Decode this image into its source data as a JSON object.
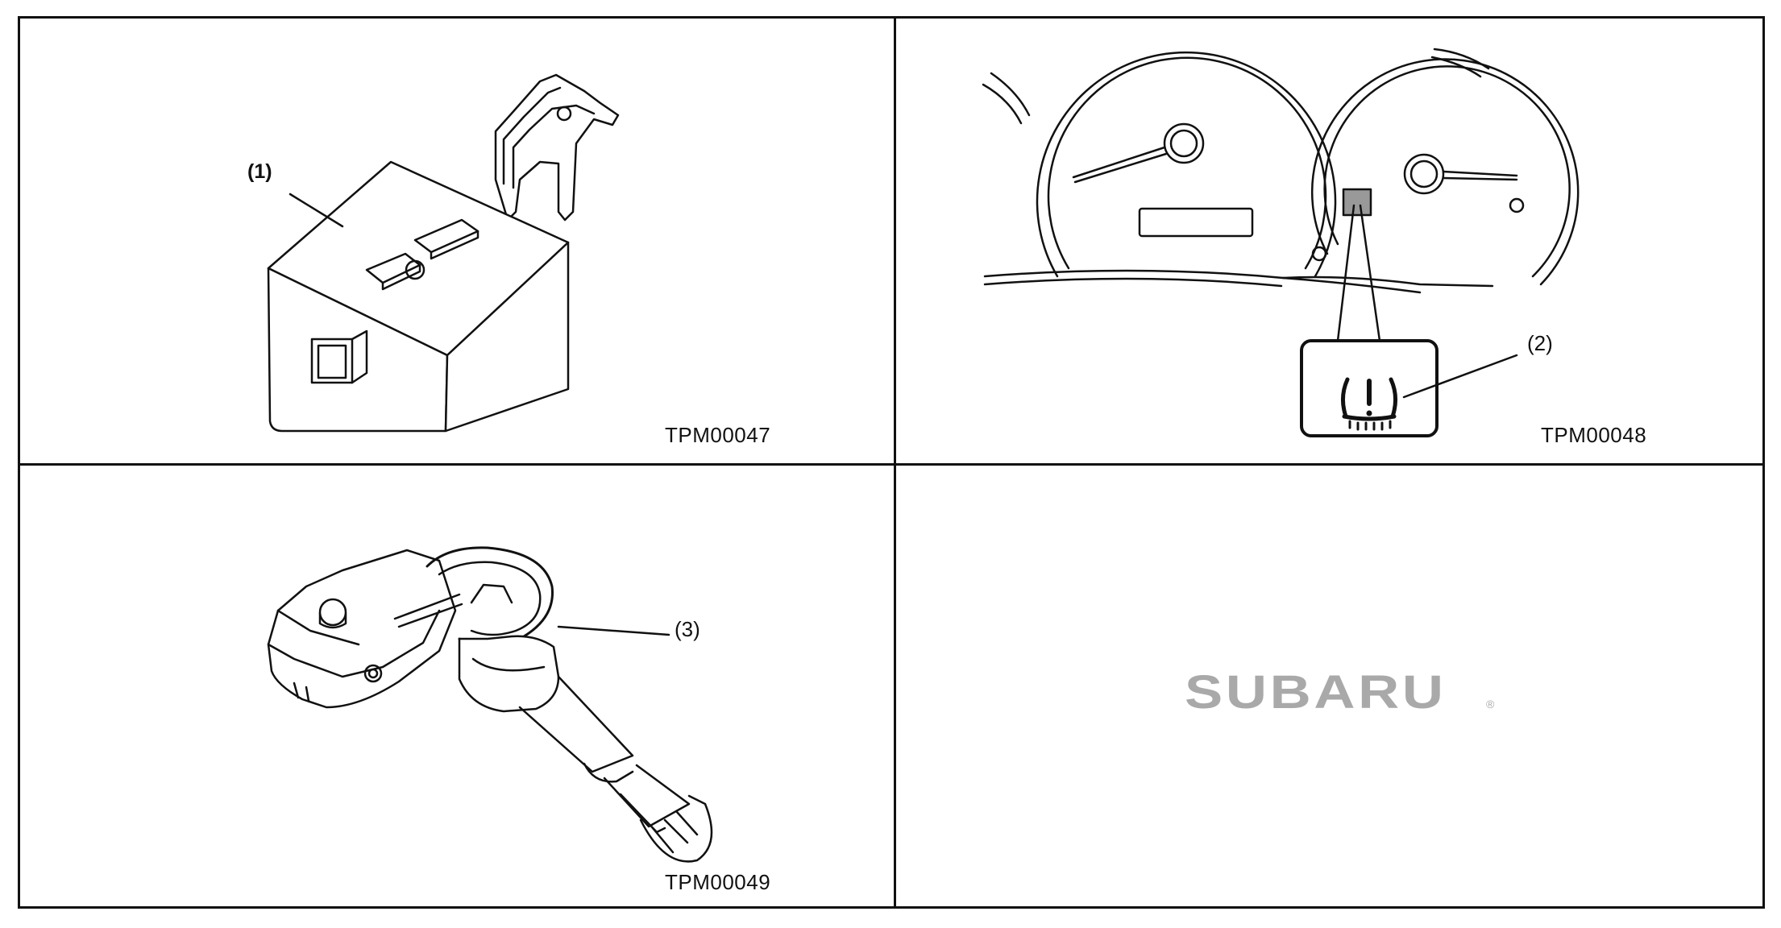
{
  "panels": {
    "receiver": {
      "callout": "(1)",
      "code": "TPM00047"
    },
    "meter": {
      "callout": "(2)",
      "code": "TPM00048",
      "warning_icon": "tire-pressure-warning-icon"
    },
    "sensor": {
      "callout": "(3)",
      "code": "TPM00049"
    },
    "logo": {
      "brand": "SUBARU",
      "mark": "®",
      "color": "#a9a9a9"
    }
  }
}
